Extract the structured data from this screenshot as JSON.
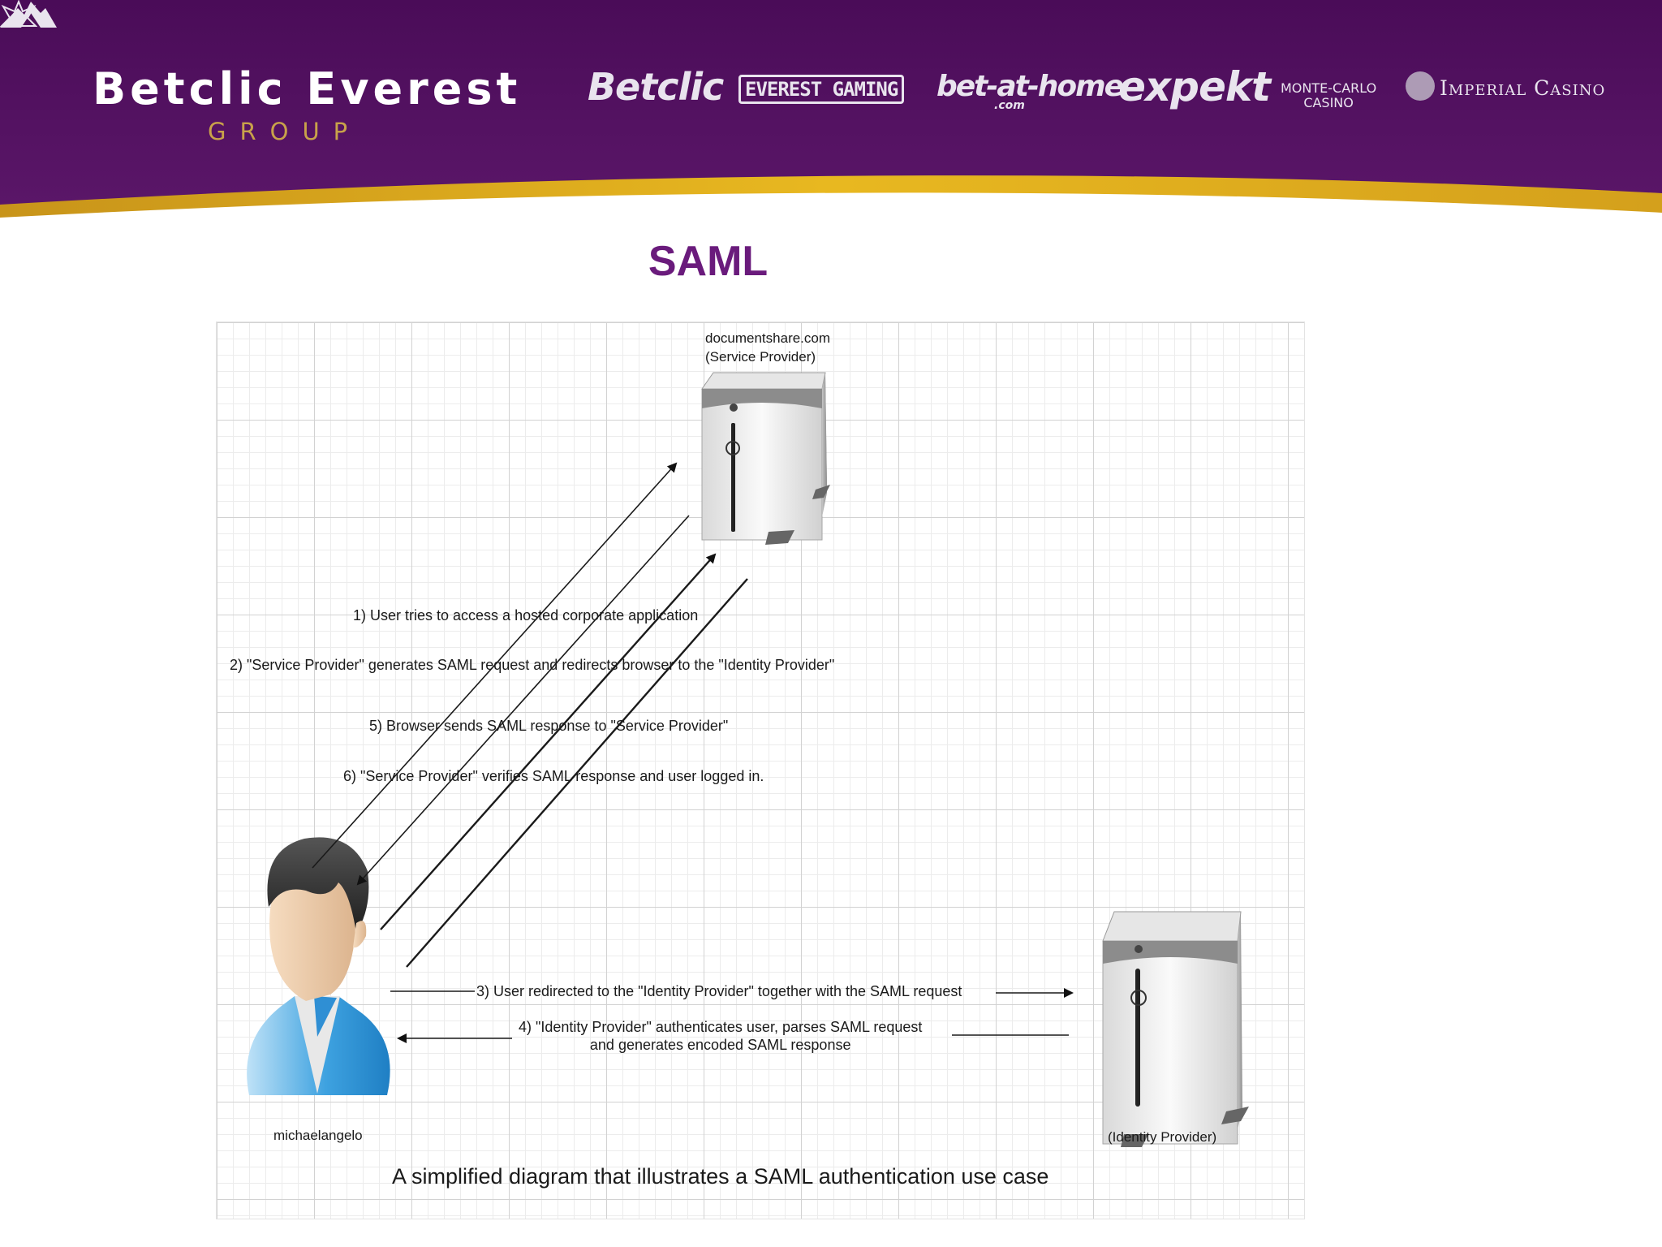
{
  "header": {
    "brand_name": "Betclic Everest",
    "brand_sub": "GROUP",
    "logos": {
      "betclic": "Betclic",
      "everest": "EVEREST GAMING",
      "bet_at_home": "bet-at-home",
      "bet_at_home_com": ".com",
      "expekt": "expekt",
      "monte_carlo_line1": "MONTE-CARLO",
      "monte_carlo_line2": "CASINO",
      "imperial": "Imperial Casino"
    },
    "colors": {
      "banner": "#4d0f5a",
      "stripe": "#d9a91a"
    }
  },
  "slide": {
    "title": "SAML",
    "title_color": "#6a1b7c"
  },
  "diagram": {
    "service_provider": {
      "line1": "documentshare.com",
      "line2": "(Service Provider)",
      "icon": "server-tower-icon"
    },
    "identity_provider": {
      "label": "(Identity Provider)",
      "icon": "server-tower-icon"
    },
    "user": {
      "label": "michaelangelo",
      "icon": "user-avatar-icon"
    },
    "steps": {
      "s1": "1) User tries to access a hosted corporate application",
      "s2": "2) \"Service Provider\" generates SAML request and redirects browser to the \"Identity Provider\"",
      "s3": "3) User redirected to the \"Identity Provider\" together with the SAML request",
      "s4_line1": "4) \"Identity Provider\" authenticates user, parses SAML request",
      "s4_line2": "and generates encoded SAML response",
      "s5": "5) Browser sends SAML response to \"Service Provider\"",
      "s6": "6) \"Service Provider\" verifies SAML response  and user logged in."
    },
    "caption": "A simplified diagram that illustrates a SAML authentication use case"
  }
}
